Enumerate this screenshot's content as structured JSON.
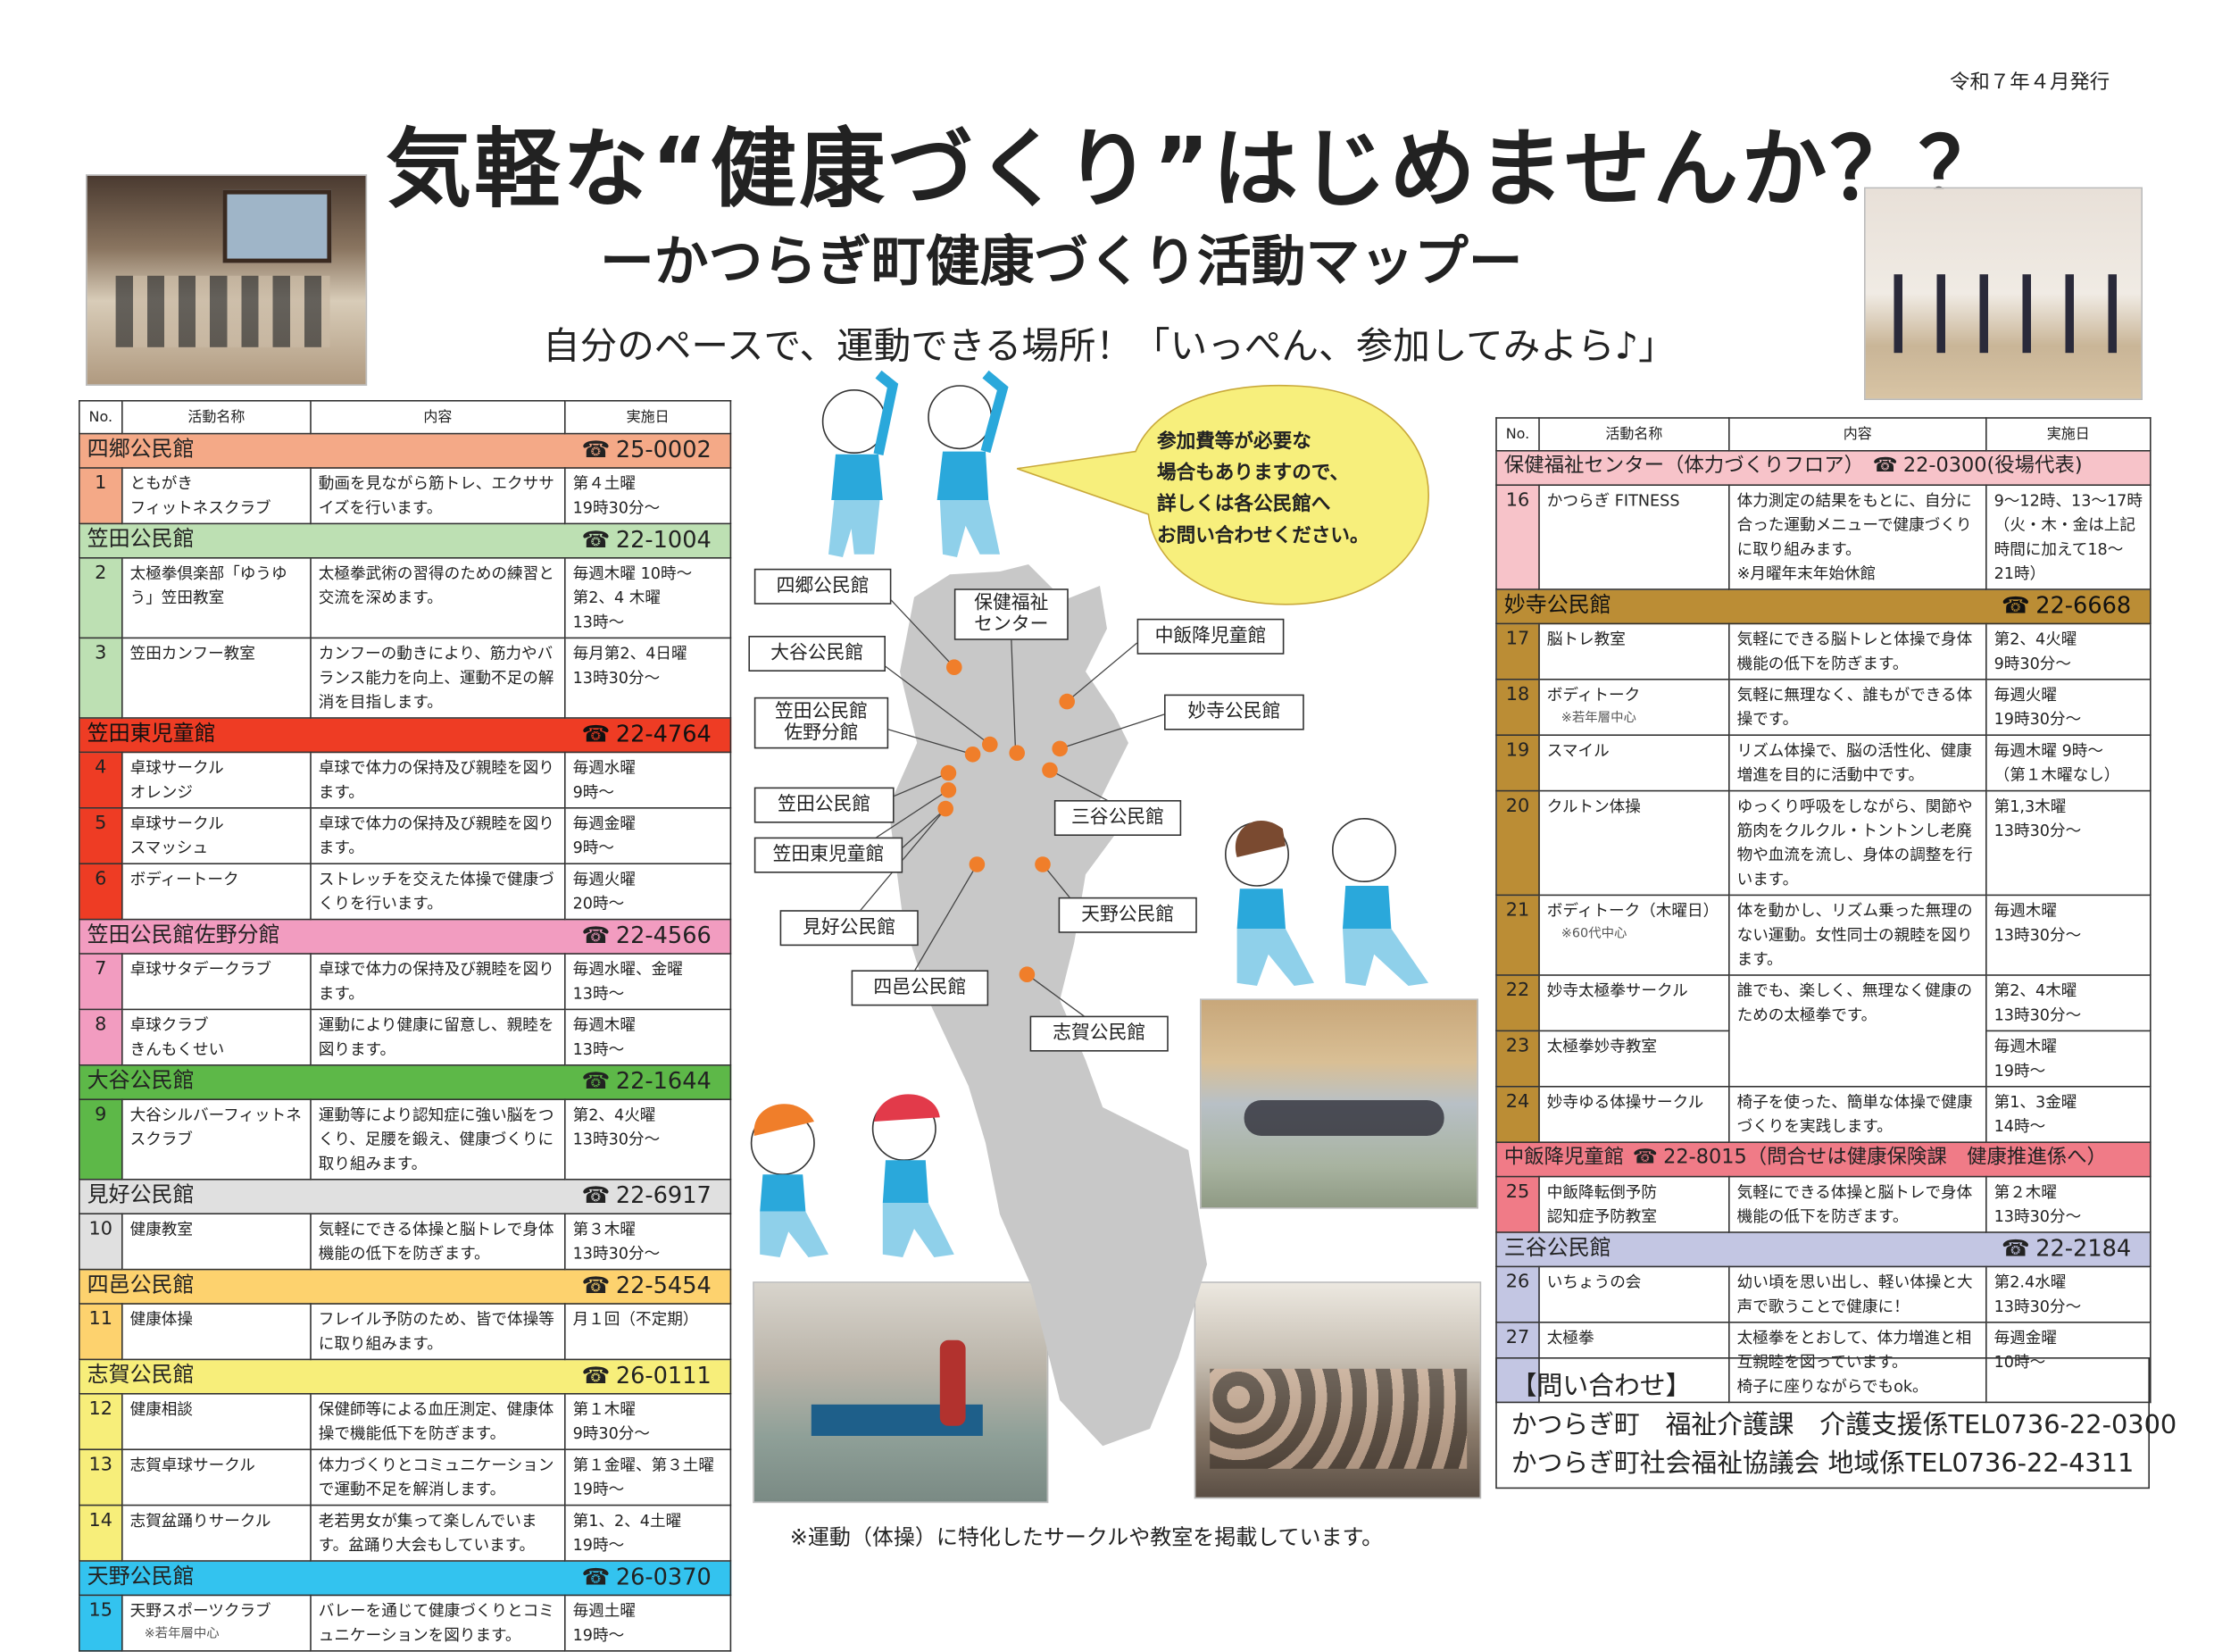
{
  "issue_date": "令和７年４月発行",
  "title": "気軽な“健康づくり”はじめませんか？？",
  "subtitle": "ーかつらぎ町健康づくり活動マップー",
  "tagline": "自分のペースで、運動できる場所！「いっぺん、参加してみよら♪」",
  "table_headers": {
    "no": "No.",
    "name": "活動名称",
    "content": "内容",
    "date": "実施日"
  },
  "phone_icon": "☎",
  "left_table": [
    {
      "facility": "四郷公民館",
      "tel": "25-0002",
      "color": "#f4a987",
      "rows": [
        {
          "no": "1",
          "name": "ともがき\nフィットネスクラブ",
          "content": "動画を見ながら筋トレ、エクササイズを行います。",
          "date": "第４土曜\n19時30分～"
        }
      ]
    },
    {
      "facility": "笠田公民館",
      "tel": "22-1004",
      "color": "#bde0b3",
      "rows": [
        {
          "no": "2",
          "name": "太極拳倶楽部「ゆうゆう」笠田教室",
          "content": "太極拳武術の習得のための練習と交流を深めます。",
          "date": "毎週木曜 10時～\n第2、4 木曜\n13時～"
        },
        {
          "no": "3",
          "name": "笠田カンフー教室",
          "content": "カンフーの動きにより、筋力やバランス能力を向上、運動不足の解消を目指します。",
          "date": "毎月第2、4日曜\n13時30分～"
        }
      ]
    },
    {
      "facility": "笠田東児童館",
      "tel": "22-4764",
      "color": "#ee3c24",
      "rows": [
        {
          "no": "4",
          "name": "卓球サークル\nオレンジ",
          "content": "卓球で体力の保持及び親睦を図ります。",
          "date": "毎週水曜\n9時～"
        },
        {
          "no": "5",
          "name": "卓球サークル\nスマッシュ",
          "content": "卓球で体力の保持及び親睦を図ります。",
          "date": "毎週金曜\n9時～"
        },
        {
          "no": "6",
          "name": "ボディートーク",
          "content": "ストレッチを交えた体操で健康づくりを行います。",
          "date": "毎週火曜\n20時～"
        }
      ]
    },
    {
      "facility": "笠田公民館佐野分館",
      "tel": "22-4566",
      "color": "#f29cc0",
      "rows": [
        {
          "no": "7",
          "name": "卓球サタデークラブ",
          "content": "卓球で体力の保持及び親睦を図ります。",
          "date": "毎週水曜、金曜\n13時～"
        },
        {
          "no": "8",
          "name": "卓球クラブ\nきんもくせい",
          "content": "運動により健康に留意し、親睦を図ります。",
          "date": "毎週木曜\n13時～"
        }
      ]
    },
    {
      "facility": "大谷公民館",
      "tel": "22-1644",
      "color": "#5db848",
      "rows": [
        {
          "no": "9",
          "name": "大谷シルバーフィットネスクラブ",
          "content": "運動等により認知症に強い脳をつくり、足腰を鍛え、健康づくりに取り組みます。",
          "date": "第2、4火曜\n13時30分～"
        }
      ]
    },
    {
      "facility": "見好公民館",
      "tel": "22-6917",
      "color": "#e0e0e0",
      "rows": [
        {
          "no": "10",
          "name": "健康教室",
          "content": "気軽にできる体操と脳トレで身体機能の低下を防ぎます。",
          "date": "第３木曜\n13時30分～"
        }
      ]
    },
    {
      "facility": "四邑公民館",
      "tel": "22-5454",
      "color": "#fdd26e",
      "rows": [
        {
          "no": "11",
          "name": "健康体操",
          "content": "フレイル予防のため、皆で体操等に取り組みます。",
          "date": "月１回（不定期）"
        }
      ]
    },
    {
      "facility": "志賀公民館",
      "tel": "26-0111",
      "color": "#f7ee7a",
      "rows": [
        {
          "no": "12",
          "name": "健康相談",
          "content": "保健師等による血圧測定、健康体操で機能低下を防ぎます。",
          "date": "第１木曜\n9時30分～"
        },
        {
          "no": "13",
          "name": "志賀卓球サークル",
          "content": "体力づくりとコミュニケーションで運動不足を解消します。",
          "date": "第１金曜、第３土曜\n19時～"
        },
        {
          "no": "14",
          "name": "志賀盆踊りサークル",
          "content": "老若男女が集って楽しんでいます。盆踊り大会もしています。",
          "date": "第1、2、4土曜\n19時～"
        }
      ]
    },
    {
      "facility": "天野公民館",
      "tel": "26-0370",
      "color": "#33c3ef",
      "rows": [
        {
          "no": "15",
          "name": "天野スポーツクラブ",
          "note": "※若年層中心",
          "content": "バレーを通じて健康づくりとコミュニケーションを図ります。",
          "date": "毎週土曜\n19時～"
        }
      ]
    }
  ],
  "right_table": [
    {
      "facility": "保健福祉センター（体力づくりフロア）",
      "tel": "22-0300(役場代表)",
      "inline_tel": true,
      "color": "#f7c3c9",
      "rows": [
        {
          "no": "16",
          "name": "かつらぎ FITNESS",
          "content": "体力測定の結果をもとに、自分に合った運動メニューで健康づくりに取り組みます。\n※月曜年末年始休館",
          "date": "9～12時、13～17時（火・木・金は上記時間に加えて18～21時）"
        }
      ]
    },
    {
      "facility": "妙寺公民館",
      "tel": "22-6668",
      "color": "#bb8d35",
      "rows": [
        {
          "no": "17",
          "name": "脳トレ教室",
          "content": "気軽にできる脳トレと体操で身体機能の低下を防ぎます。",
          "date": "第2、4火曜\n9時30分～"
        },
        {
          "no": "18",
          "name": "ボディトーク",
          "note": "※若年層中心",
          "content": "気軽に無理なく、誰もができる体操です。",
          "date": "毎週火曜\n19時30分～"
        },
        {
          "no": "19",
          "name": "スマイル",
          "content": "リズム体操で、脳の活性化、健康増進を目的に活動中です。",
          "date": "毎週木曜 9時～\n（第１木曜なし）"
        },
        {
          "no": "20",
          "name": "クルトン体操",
          "content": "ゆっくり呼吸をしながら、関節や筋肉をクルクル・トントンし老廃物や血流を流し、身体の調整を行います。",
          "date": "第1,3木曜\n13時30分～"
        },
        {
          "no": "21",
          "name": "ボディトーク（木曜日）",
          "note": "※60代中心",
          "content": "体を動かし、リズム乗った無理のない運動。女性同士の親睦を図ります。",
          "date": "毎週木曜\n13時30分～"
        },
        {
          "no": "22",
          "name": "妙寺太極拳サークル",
          "content": "誰でも、楽しく、無理なく健康のための太極拳です。",
          "content_span": 2,
          "date": "第2、4木曜\n13時30分～"
        },
        {
          "no": "23",
          "name": "太極拳妙寺教室",
          "date": "毎週木曜\n19時～"
        },
        {
          "no": "24",
          "name": "妙寺ゆる体操サークル",
          "content": "椅子を使った、簡単な体操で健康づくりを実践します。",
          "date": "第1、3金曜\n14時～"
        }
      ]
    },
    {
      "facility": "中飯降児童館",
      "tel": "22-8015（問合せは健康保険課　健康推進係へ）",
      "inline_tel": true,
      "color": "#f07b87",
      "rows": [
        {
          "no": "25",
          "name": "中飯降転倒予防\n認知症予防教室",
          "content": "気軽にできる体操と脳トレで身体機能の低下を防ぎます。",
          "date": "第２木曜\n13時30分～"
        }
      ]
    },
    {
      "facility": "三谷公民館",
      "tel": "22-2184",
      "color": "#c3c6e3",
      "rows": [
        {
          "no": "26",
          "name": "いちょうの会",
          "content": "幼い頃を思い出し、軽い体操と大声で歌うことで健康に！",
          "date": "第2.4水曜\n13時30分～"
        },
        {
          "no": "27",
          "name": "太極拳",
          "content": "太極拳をとおして、体力増進と相互親睦を図っています。\n椅子に座りながらでもok。",
          "date": "毎週金曜\n10時～"
        }
      ]
    }
  ],
  "speech_bubble": "参加費等が必要な\n場合もありますので、\n詳しくは各公民館へ\nお問い合わせください。",
  "map_labels": {
    "shigo": "四郷公民館",
    "hoken": "保健福祉\nセンター",
    "nakaiburi": "中飯降児童館",
    "otani": "大谷公民館",
    "myoji": "妙寺公民館",
    "sano": "笠田公民館\n佐野分館",
    "mitani": "三谷公民館",
    "kaseda": "笠田公民館",
    "kaseda_higashi": "笠田東児童館",
    "amano": "天野公民館",
    "miyoshi": "見好公民館",
    "shiyu": "四邑公民館",
    "shiga": "志賀公民館"
  },
  "contact": {
    "heading": "【問い合わせ】",
    "lines": [
      {
        "org": "かつらぎ町　福祉介護課　介護支援係",
        "tel": "TEL0736-22-0300"
      },
      {
        "org": "かつらぎ町社会福祉協議会 地域係",
        "tel": "TEL0736-22-4311"
      }
    ]
  },
  "bottom_note": "※運動（体操）に特化したサークルや教室を掲載しています。",
  "colors": {
    "map_gray": "#c8c8c8",
    "map_dot": "#f07e2a",
    "bubble": "#f7ef7c",
    "shirt": "#2aa8db",
    "pants": "#8fd0ea"
  }
}
